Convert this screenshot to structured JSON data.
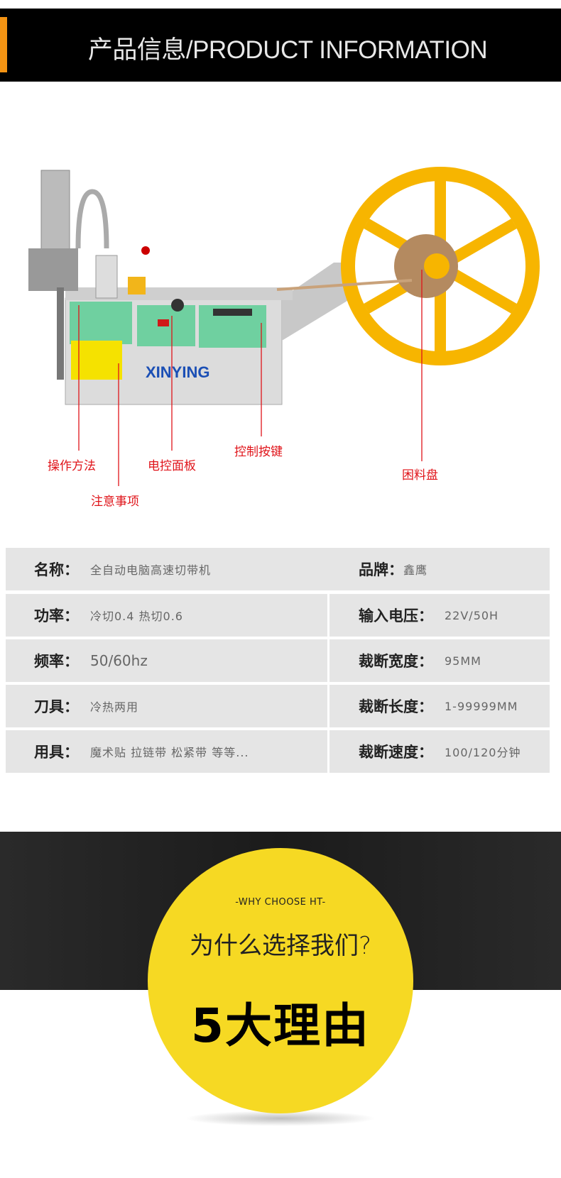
{
  "header": {
    "title": "产品信息/PRODUCT INFORMATION"
  },
  "machine": {
    "brand_logo": "XINYING",
    "labels": {
      "operation": "操作方法",
      "notes": "注意事项",
      "panel": "电控面板",
      "keys": "控制按键",
      "reel": "困料盘"
    }
  },
  "specs": {
    "rows": [
      {
        "left": {
          "k": "名称：",
          "v": "全自动电脑高速切带机"
        },
        "right": {
          "k": "品牌：",
          "v": "鑫鹰"
        }
      },
      {
        "left": {
          "k": "功率：",
          "v": "冷切0.4 热切0.6"
        },
        "right": {
          "k": "输入电压：",
          "v": "22V/50H"
        }
      },
      {
        "left": {
          "k": "频率：",
          "v": "50/60hz"
        },
        "right": {
          "k": "裁断宽度：",
          "v": "95MM"
        }
      },
      {
        "left": {
          "k": "刀具：",
          "v": "冷热两用"
        },
        "right": {
          "k": "裁断长度：",
          "v": "1-99999MM"
        }
      },
      {
        "left": {
          "k": "用具：",
          "v": "魔术贴 拉链带 松紧带 等等..."
        },
        "right": {
          "k": "裁断速度：",
          "v": "100/120分钟"
        }
      }
    ]
  },
  "why": {
    "subtitle": "-WHY CHOOSE HT-",
    "question": "为什么选择我们?",
    "headline": "5大理由"
  },
  "colors": {
    "accent": "#f39313",
    "yellow": "#f6d923",
    "label_red": "#e0141a"
  }
}
